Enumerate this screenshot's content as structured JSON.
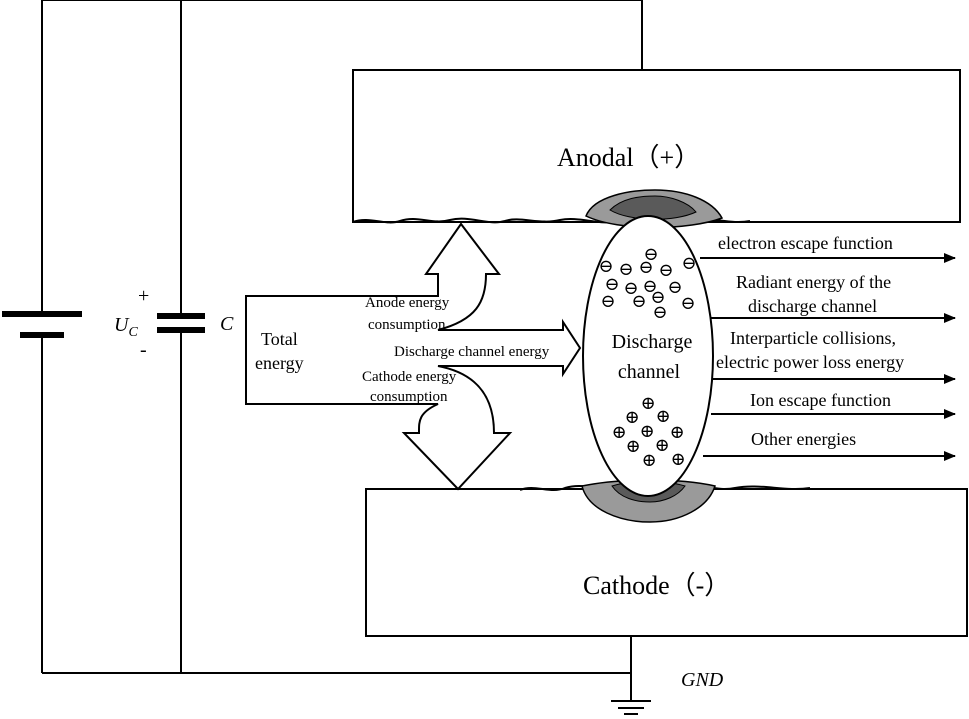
{
  "electrodes": {
    "anode_label": "Anodal（+）",
    "cathode_label": "Cathode（-）"
  },
  "circuit": {
    "plus": "+",
    "minus": "-",
    "uc_main": "U",
    "uc_sub": "C",
    "capacitor": "C",
    "ground": "GND"
  },
  "energy_input": {
    "total_line1": "Total",
    "total_line2": "energy",
    "anode_line1": "Anode energy",
    "anode_line2": "consumption",
    "channel": "Discharge channel energy",
    "cathode_line1": "Cathode energy",
    "cathode_line2": "consumption"
  },
  "channel": {
    "line1": "Discharge",
    "line2": "channel",
    "electron_symbol": "⊖",
    "ion_symbol": "⊕"
  },
  "outputs": [
    {
      "lines": [
        "electron escape function"
      ]
    },
    {
      "lines": [
        "Radiant energy of the",
        "discharge channel"
      ]
    },
    {
      "lines": [
        "Interparticle collisions,",
        "electric power loss energy"
      ]
    },
    {
      "lines": [
        "Ion escape function"
      ]
    },
    {
      "lines": [
        "Other energies"
      ]
    }
  ],
  "colors": {
    "line": "#000000",
    "crater_outer": "#9a9a9a",
    "crater_inner": "#5a5a5a"
  }
}
